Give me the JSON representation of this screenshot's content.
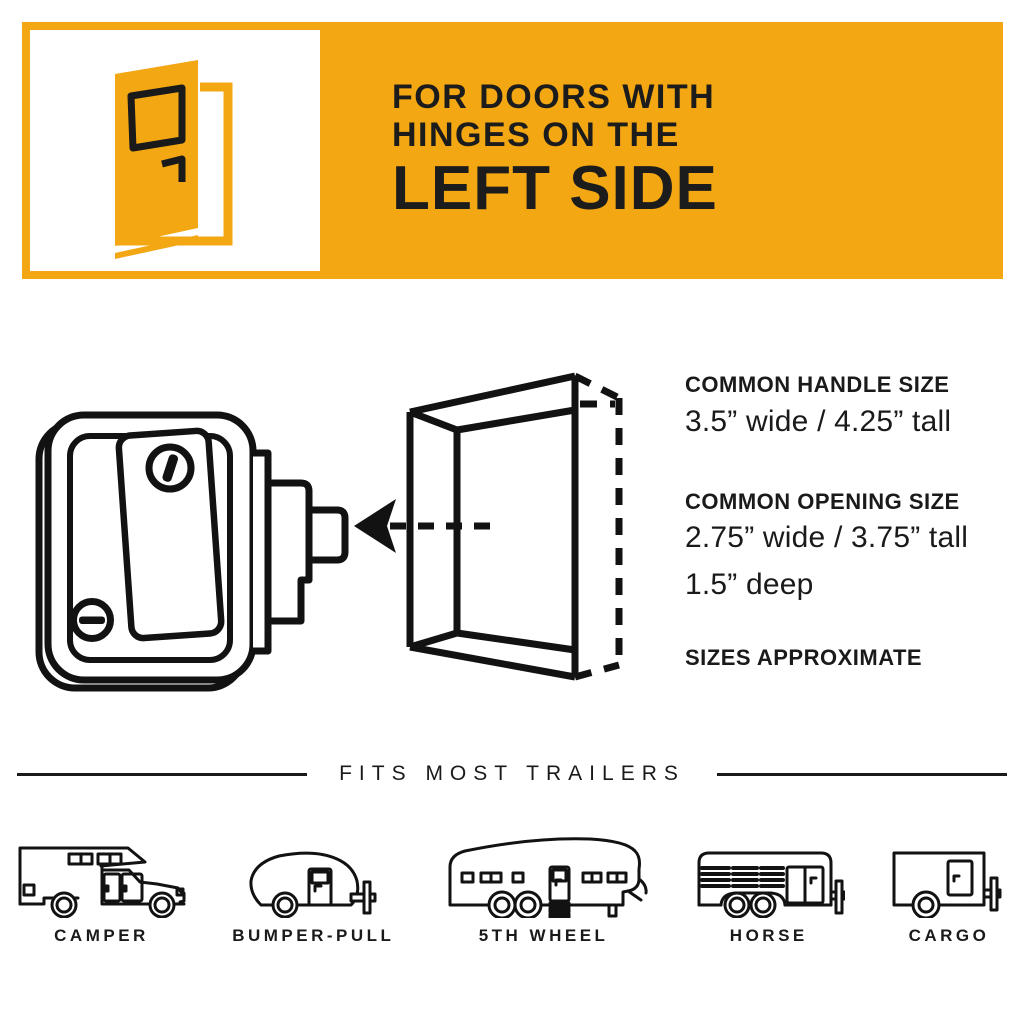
{
  "colors": {
    "accent": "#F3A712",
    "ink": "#1A1A1A",
    "background": "#FFFFFF"
  },
  "banner": {
    "line1": "FOR DOORS WITH",
    "line2": "HINGES ON THE",
    "line3": "LEFT SIDE",
    "icon": "open-door-icon"
  },
  "diagram": {
    "lock_icon": "rv-door-lock-line-drawing",
    "opening_icon": "door-opening-line-drawing",
    "arrow_icon": "left-arrow-icon"
  },
  "specs": {
    "handle_heading": "COMMON HANDLE SIZE",
    "handle_value": "3.5” wide / 4.25” tall",
    "opening_heading": "COMMON OPENING SIZE",
    "opening_value": "2.75” wide / 3.75” tall",
    "opening_depth": "1.5” deep",
    "note": "SIZES APPROXIMATE"
  },
  "divider": {
    "label": "FITS MOST TRAILERS"
  },
  "trailers": [
    {
      "label": "CAMPER",
      "icon": "camper-icon"
    },
    {
      "label": "BUMPER-PULL",
      "icon": "bumper-pull-icon"
    },
    {
      "label": "5TH WHEEL",
      "icon": "fifth-wheel-icon"
    },
    {
      "label": "HORSE",
      "icon": "horse-trailer-icon"
    },
    {
      "label": "CARGO",
      "icon": "cargo-trailer-icon"
    }
  ]
}
